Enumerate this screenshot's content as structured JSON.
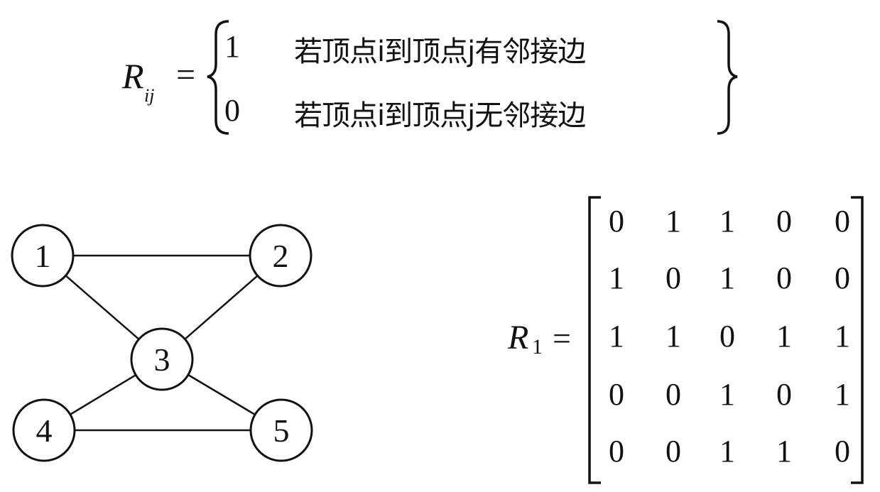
{
  "definition": {
    "symbol": "R",
    "subscript": "ij",
    "equals": "=",
    "cases": [
      {
        "value": "1",
        "condition": "若顶点i到顶点j有邻接边"
      },
      {
        "value": "0",
        "condition": "若顶点i到顶点j无邻接边"
      }
    ]
  },
  "graph": {
    "nodes": [
      {
        "id": "1",
        "label": "1"
      },
      {
        "id": "2",
        "label": "2"
      },
      {
        "id": "3",
        "label": "3"
      },
      {
        "id": "4",
        "label": "4"
      },
      {
        "id": "5",
        "label": "5"
      }
    ],
    "edges": [
      {
        "from": "1",
        "to": "2"
      },
      {
        "from": "1",
        "to": "3"
      },
      {
        "from": "2",
        "to": "3"
      },
      {
        "from": "3",
        "to": "4"
      },
      {
        "from": "3",
        "to": "5"
      },
      {
        "from": "4",
        "to": "5"
      }
    ]
  },
  "matrix": {
    "symbol": "R",
    "subscript": "1",
    "equals": "=",
    "rows": [
      [
        "0",
        "1",
        "1",
        "0",
        "0"
      ],
      [
        "1",
        "0",
        "1",
        "0",
        "0"
      ],
      [
        "1",
        "1",
        "0",
        "1",
        "1"
      ],
      [
        "0",
        "0",
        "1",
        "0",
        "1"
      ],
      [
        "0",
        "0",
        "1",
        "1",
        "0"
      ]
    ]
  }
}
